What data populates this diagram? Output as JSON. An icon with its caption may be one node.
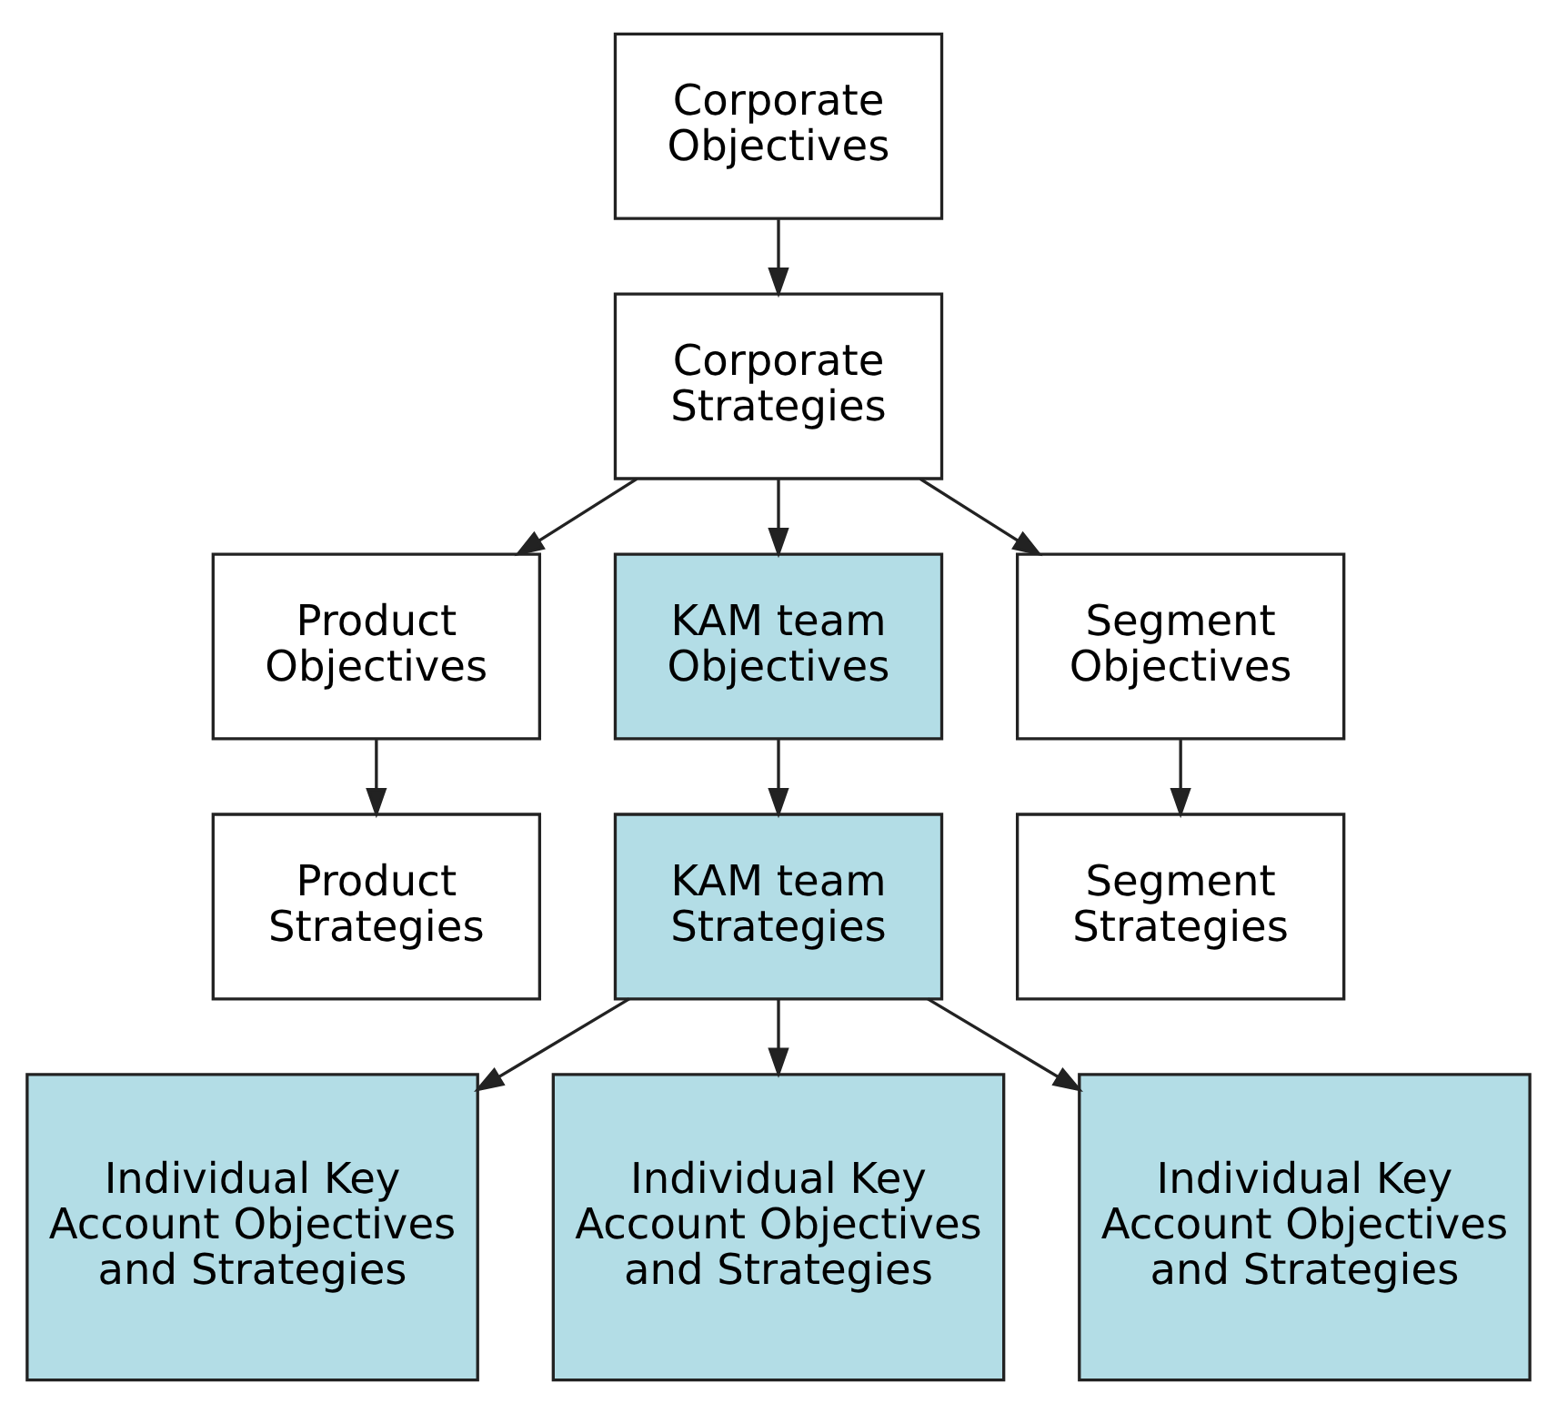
{
  "diagram": {
    "nodes": [
      {
        "text": [
          "Corporate Objectives"
        ]
      },
      {
        "text": [
          "Corporate Strategies"
        ]
      },
      {
        "text": [
          "Product Objectives"
        ]
      },
      {
        "text": [
          "KAM team Objectives"
        ]
      },
      {
        "text": [
          "Segment Objectives"
        ]
      },
      {
        "text": [
          "Product Strategies"
        ]
      },
      {
        "text": [
          "KAM team Strategies"
        ]
      },
      {
        "text": [
          "Segment Strategies"
        ]
      },
      {
        "text": [
          "Individual Key Account Objectives and Strategies"
        ]
      },
      {
        "text": [
          "Individual Key Account Objectives and Strategies"
        ]
      },
      {
        "text": [
          "Individual Key Account Objectives and Strategies"
        ]
      }
    ],
    "edges": [
      {
        "from": 0,
        "to": 1,
        "arrow": "to"
      },
      {
        "from": 1,
        "to": 2,
        "arrow": "to"
      },
      {
        "from": 1,
        "to": 3,
        "arrow": "to"
      },
      {
        "from": 1,
        "to": 4,
        "arrow": "to"
      },
      {
        "from": 2,
        "to": 5,
        "arrow": "to"
      },
      {
        "from": 3,
        "to": 6,
        "arrow": "to"
      },
      {
        "from": 4,
        "to": 7,
        "arrow": "to"
      },
      {
        "from": 6,
        "to": 8,
        "arrow": "to"
      },
      {
        "from": 6,
        "to": 9,
        "arrow": "to"
      },
      {
        "from": 6,
        "to": 10,
        "arrow": "to"
      }
    ]
  }
}
